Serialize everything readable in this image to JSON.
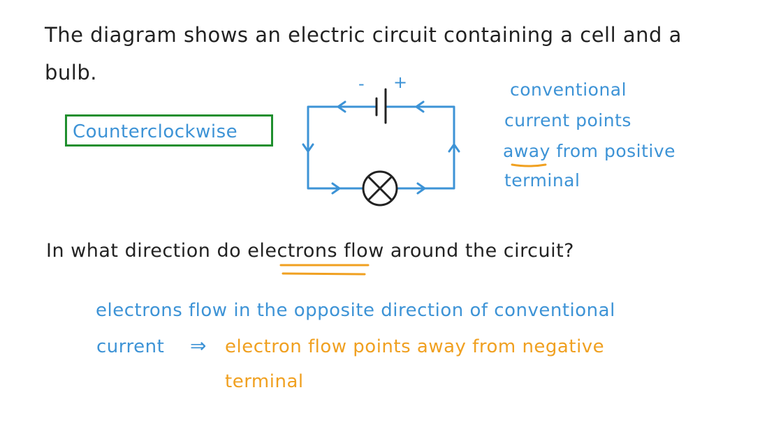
{
  "question": {
    "line1": "The diagram shows an electric circuit containing a cell and a",
    "line2": "bulb."
  },
  "circuit": {
    "negative_sign": "-",
    "positive_sign": "+"
  },
  "answer_box": {
    "label": "Counterclockwise"
  },
  "note": {
    "line1": "conventional",
    "line2": "current points",
    "line3_highlight": "away",
    "line3_rest": " from positive",
    "line4": "terminal"
  },
  "question2": {
    "before": "In what direction do ",
    "highlight": "electrons",
    "after": " flow around the circuit?"
  },
  "answer": {
    "line1": "electrons flow in the opposite direction of conventional",
    "line2_blue": "current",
    "arrow": "⇒",
    "line2_orange": "electron flow points away from negative",
    "line3_orange": "terminal"
  },
  "colors": {
    "text": "#222222",
    "blue": "#3d93d6",
    "orange": "#f0a020",
    "green": "#1f8f2e"
  }
}
